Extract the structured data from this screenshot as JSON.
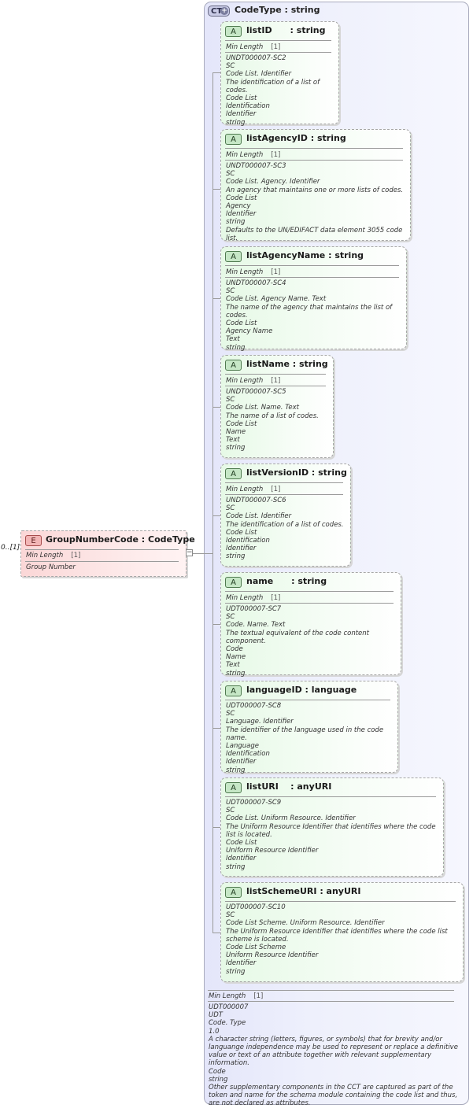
{
  "element": {
    "badge": "E",
    "name": "GroupNumberCode",
    "type": "CodeType",
    "multiplicity": "0..[1]",
    "facet_label": "Min Length",
    "facet_value": "[1]",
    "doc": "Group Number",
    "collapse_symbol": "−"
  },
  "complex_type": {
    "badge": "CT",
    "name": "CodeType",
    "type": "string",
    "footer": {
      "facet_label": "Min Length",
      "facet_value": "[1]",
      "lines": [
        "UDT000007",
        "UDT",
        "Code. Type",
        "1.0",
        "A character string (letters, figures, or symbols) that for brevity and/or languange independence may be used to represent or replace a definitive value or text of an attribute together with relevant supplementary information.",
        "Code",
        "string",
        "Other supplementary components in the CCT are captured as part of the token and name for the schema module containing the code list and thus, are not declared as attributes."
      ]
    }
  },
  "attributes": [
    {
      "badge": "A",
      "name": "listID",
      "type": "string",
      "sep": "      : ",
      "facet_label": "Min Length",
      "facet_value": "[1]",
      "lines": [
        "UNDT000007-SC2",
        "SC",
        "Code List. Identifier",
        "The identification of a list of codes.",
        "Code List",
        "Identification",
        "Identifier",
        "string"
      ]
    },
    {
      "badge": "A",
      "name": "listAgencyID",
      "type": "string",
      "sep": " : ",
      "facet_label": "Min Length",
      "facet_value": "[1]",
      "lines": [
        "UNDT000007-SC3",
        "SC",
        "Code List. Agency. Identifier",
        "An agency that maintains one or more lists of codes.",
        "Code List",
        "Agency",
        "Identifier",
        "string",
        "Defaults to the UN/EDIFACT data element 3055 code list."
      ]
    },
    {
      "badge": "A",
      "name": "listAgencyName",
      "type": "string",
      "sep": " : ",
      "facet_label": "Min Length",
      "facet_value": "[1]",
      "lines": [
        "UNDT000007-SC4",
        "SC",
        "Code List. Agency Name. Text",
        "The name of the agency that maintains the list of codes.",
        "Code List",
        "Agency Name",
        "Text",
        "string"
      ]
    },
    {
      "badge": "A",
      "name": "listName",
      "type": "string",
      "sep": " : ",
      "facet_label": "Min Length",
      "facet_value": "[1]",
      "lines": [
        "UNDT000007-SC5",
        "SC",
        "Code List. Name. Text",
        "The name of a list of codes.",
        "Code List",
        "Name",
        "Text",
        "string"
      ]
    },
    {
      "badge": "A",
      "name": "listVersionID",
      "type": "string",
      "sep": " : ",
      "facet_label": "Min Length",
      "facet_value": "[1]",
      "lines": [
        "UNDT000007-SC6",
        "SC",
        "Code List. Identifier",
        "The identification of a list of codes.",
        "Code List",
        "Identification",
        "Identifier",
        "string"
      ]
    },
    {
      "badge": "A",
      "name": "name",
      "type": "string",
      "sep": "      : ",
      "facet_label": "Min Length",
      "facet_value": "[1]",
      "lines": [
        "UDT000007-SC7",
        "SC",
        "Code. Name. Text",
        "The textual equivalent of the code content component.",
        "Code",
        "Name",
        "Text",
        "string"
      ]
    },
    {
      "badge": "A",
      "name": "languageID",
      "type": "language",
      "sep": " : ",
      "facet_label": "",
      "facet_value": "",
      "lines": [
        "UDT000007-SC8",
        "SC",
        "Language. Identifier",
        "The identifier of the language used in the code name.",
        "Language",
        "Identification",
        "Identifier",
        "string"
      ]
    },
    {
      "badge": "A",
      "name": "listURI",
      "type": "anyURI",
      "sep": "    : ",
      "facet_label": "",
      "facet_value": "",
      "lines": [
        "UDT000007-SC9",
        "SC",
        "Code List. Uniform Resource. Identifier",
        "The Uniform Resource Identifier that identifies where the code list is located.",
        "Code List",
        "Uniform Resource Identifier",
        "Identifier",
        "string"
      ]
    },
    {
      "badge": "A",
      "name": "listSchemeURI",
      "type": "anyURI",
      "sep": " : ",
      "facet_label": "",
      "facet_value": "",
      "lines": [
        "UDT000007-SC10",
        "SC",
        "Code List Scheme. Uniform Resource. Identifier",
        "The Uniform Resource Identifier that identifies where the code list scheme is located.",
        "Code List Scheme",
        "Uniform Resource Identifier",
        "Identifier",
        "string"
      ]
    }
  ]
}
